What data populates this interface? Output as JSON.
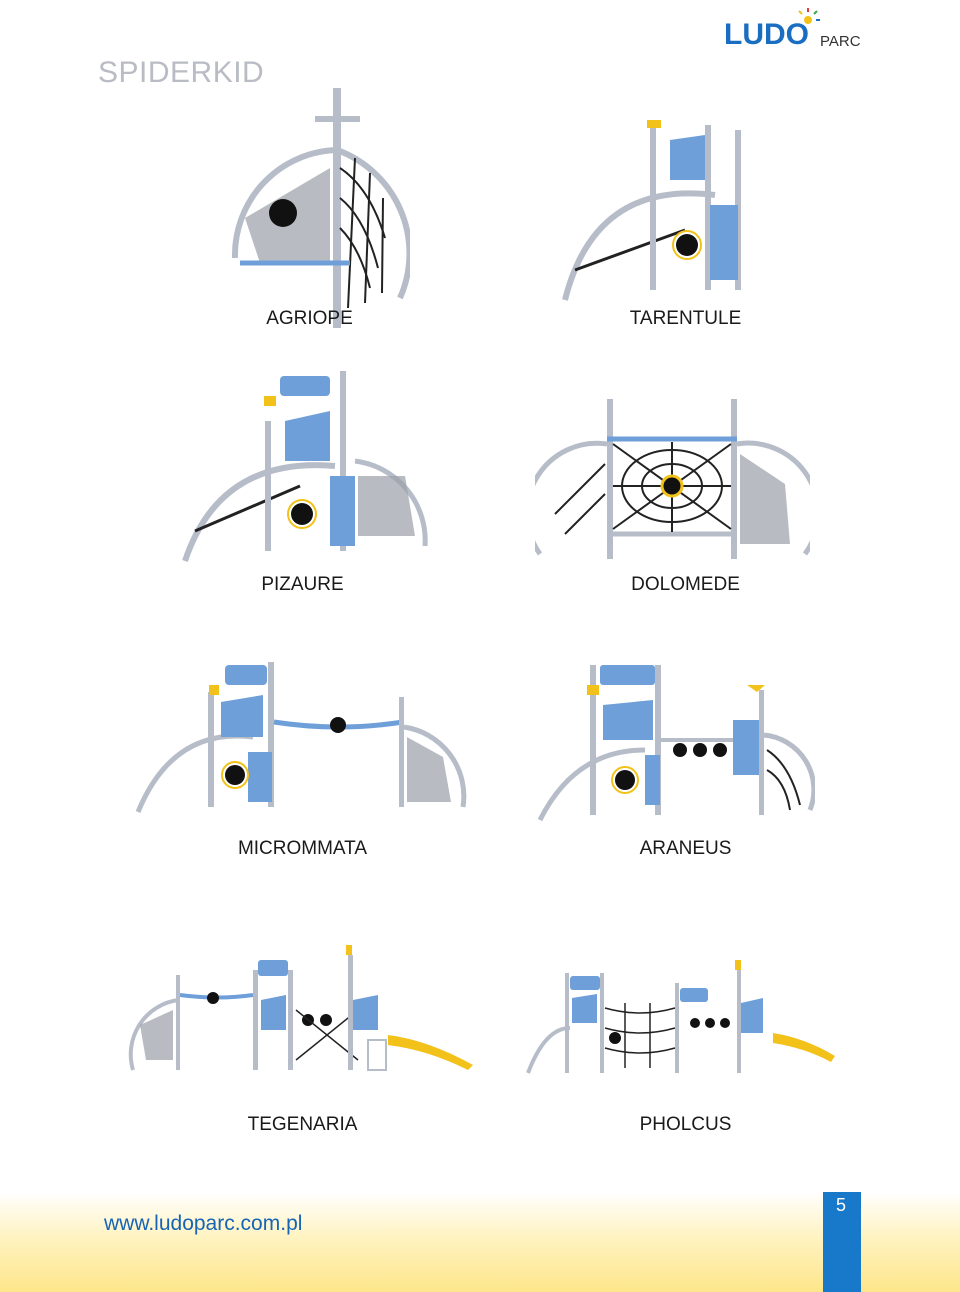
{
  "header": {
    "title": "SPIDERKID",
    "logo_text_main": "LUDO",
    "logo_text_sub": "PARC"
  },
  "products": [
    {
      "name": "AGRIOPE",
      "icon": "agriope-playground-image"
    },
    {
      "name": "TARENTULE",
      "icon": "tarentule-playground-image"
    },
    {
      "name": "PIZAURE",
      "icon": "pizaure-playground-image"
    },
    {
      "name": "DOLOMEDE",
      "icon": "dolomede-playground-image"
    },
    {
      "name": "MICROMMATA",
      "icon": "micrommata-playground-image"
    },
    {
      "name": "ARANEUS",
      "icon": "araneus-playground-image"
    },
    {
      "name": "TEGENARIA",
      "icon": "tegenaria-playground-image"
    },
    {
      "name": "PHOLCUS",
      "icon": "pholcus-playground-image"
    }
  ],
  "footer": {
    "url": "www.ludoparc.com.pl",
    "page_number": "5"
  },
  "colors": {
    "title": "#b9bcc4",
    "url": "#1665b5",
    "page_box": "#1878c9",
    "panel_blue": "#6f9fd8",
    "frame": "#b7bdc8",
    "net": "#222222",
    "accent_yellow": "#f2c21a"
  }
}
